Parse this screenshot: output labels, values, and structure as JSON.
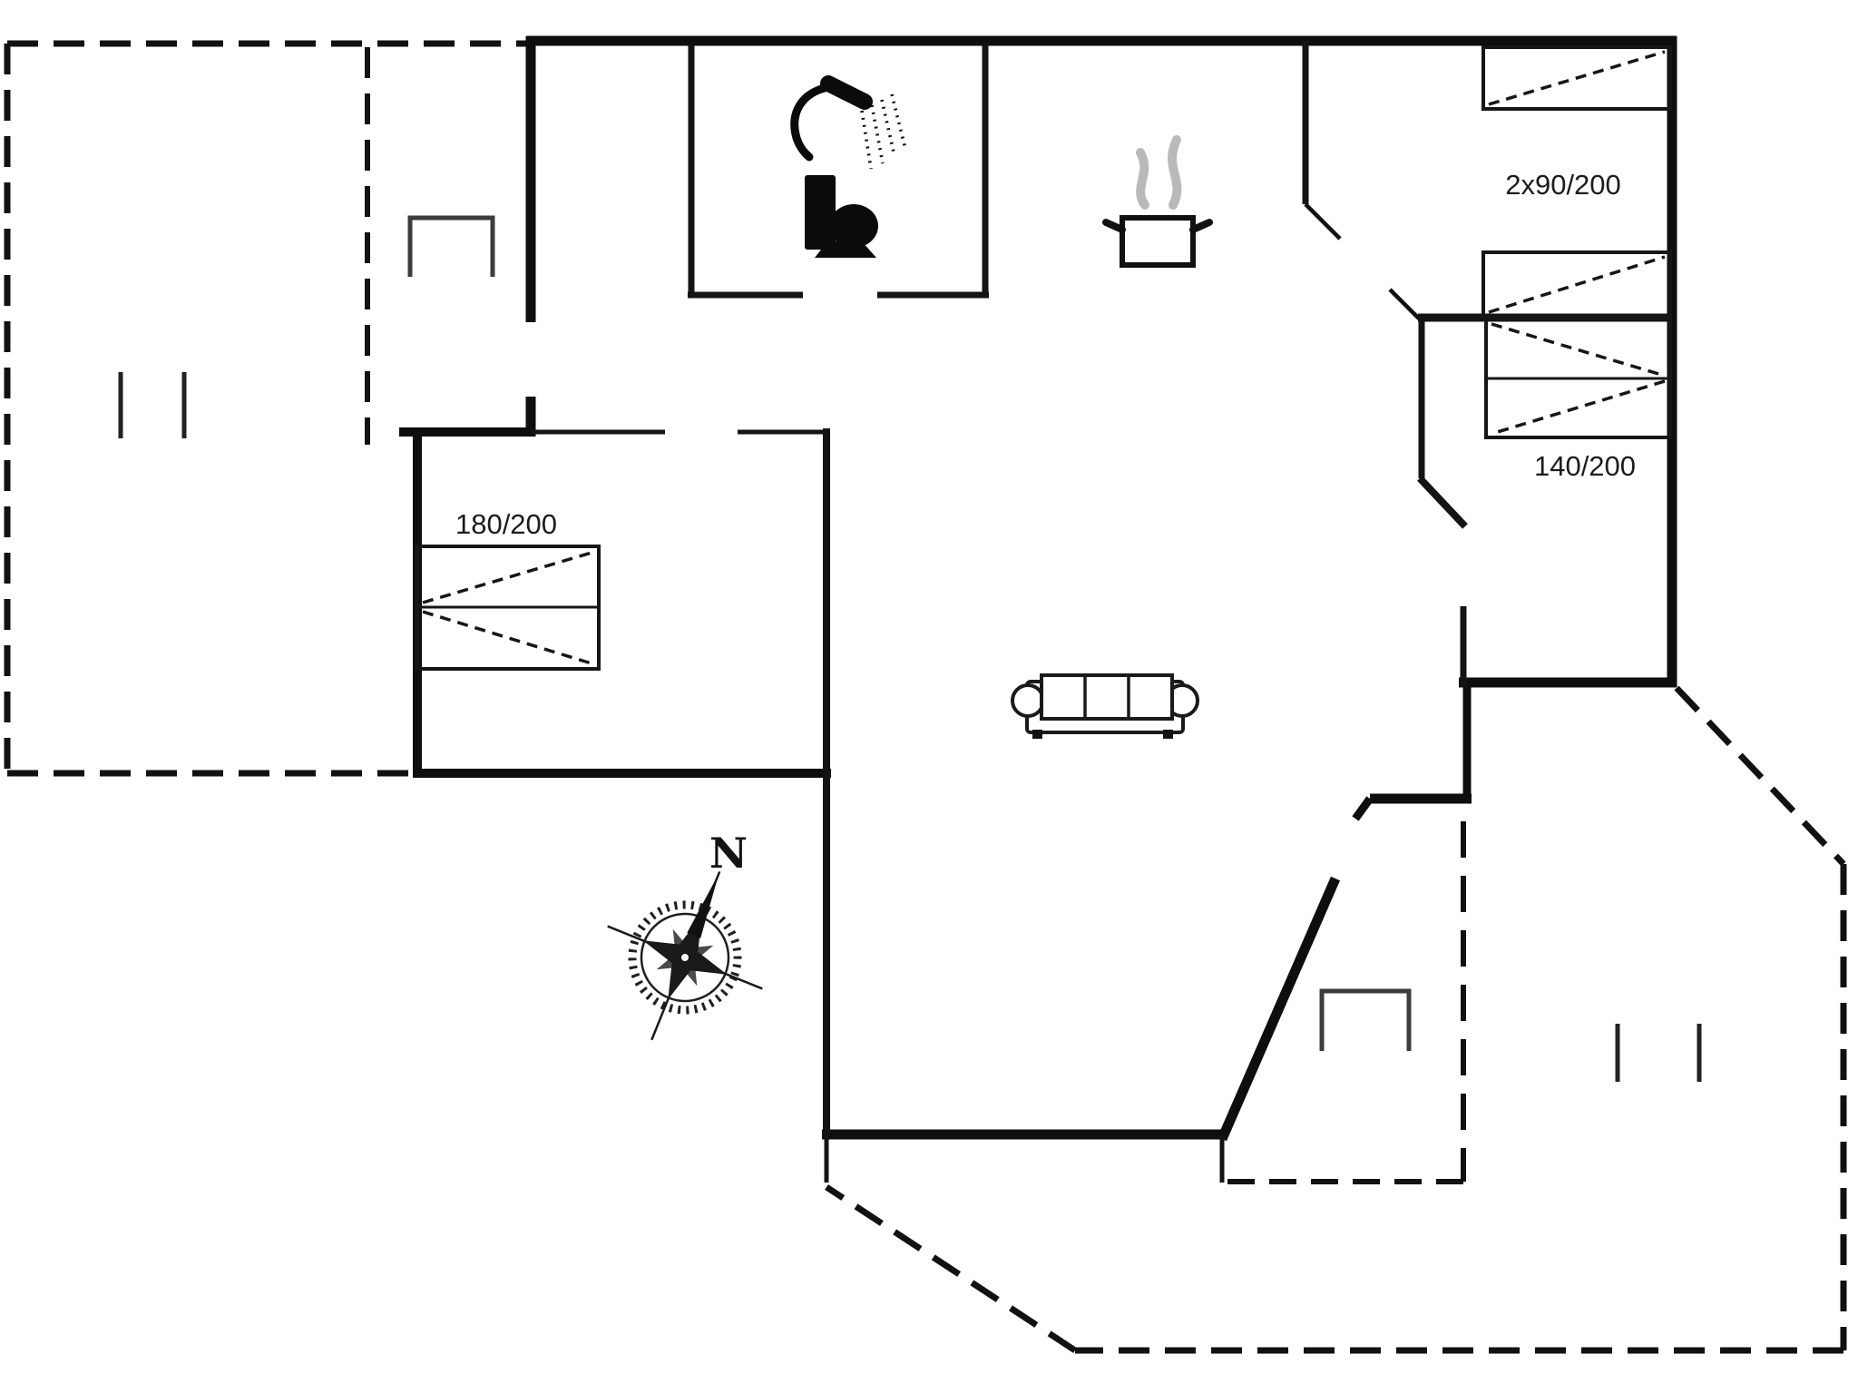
{
  "floor_plan": {
    "type": "vacation-house-floor-plan",
    "bed_labels": {
      "left_double": "180/200",
      "right_singles": "2x90/200",
      "right_double": "140/200"
    },
    "compass": {
      "north_label": "N"
    },
    "icons": [
      "shower-icon",
      "toilet-icon",
      "cooking-pot-icon",
      "sofa-icon",
      "compass-rose-icon",
      "garden-table-icon",
      "bench-marks-icon"
    ],
    "colors": {
      "wall": "#0e0e0e",
      "thin_line": "#1a1a1a",
      "furniture_outline": "#222222",
      "table_gray": "#3c3c3c",
      "steam_gray": "#b9b9b9",
      "text": "#1c1c1c",
      "background": "#ffffff"
    }
  }
}
